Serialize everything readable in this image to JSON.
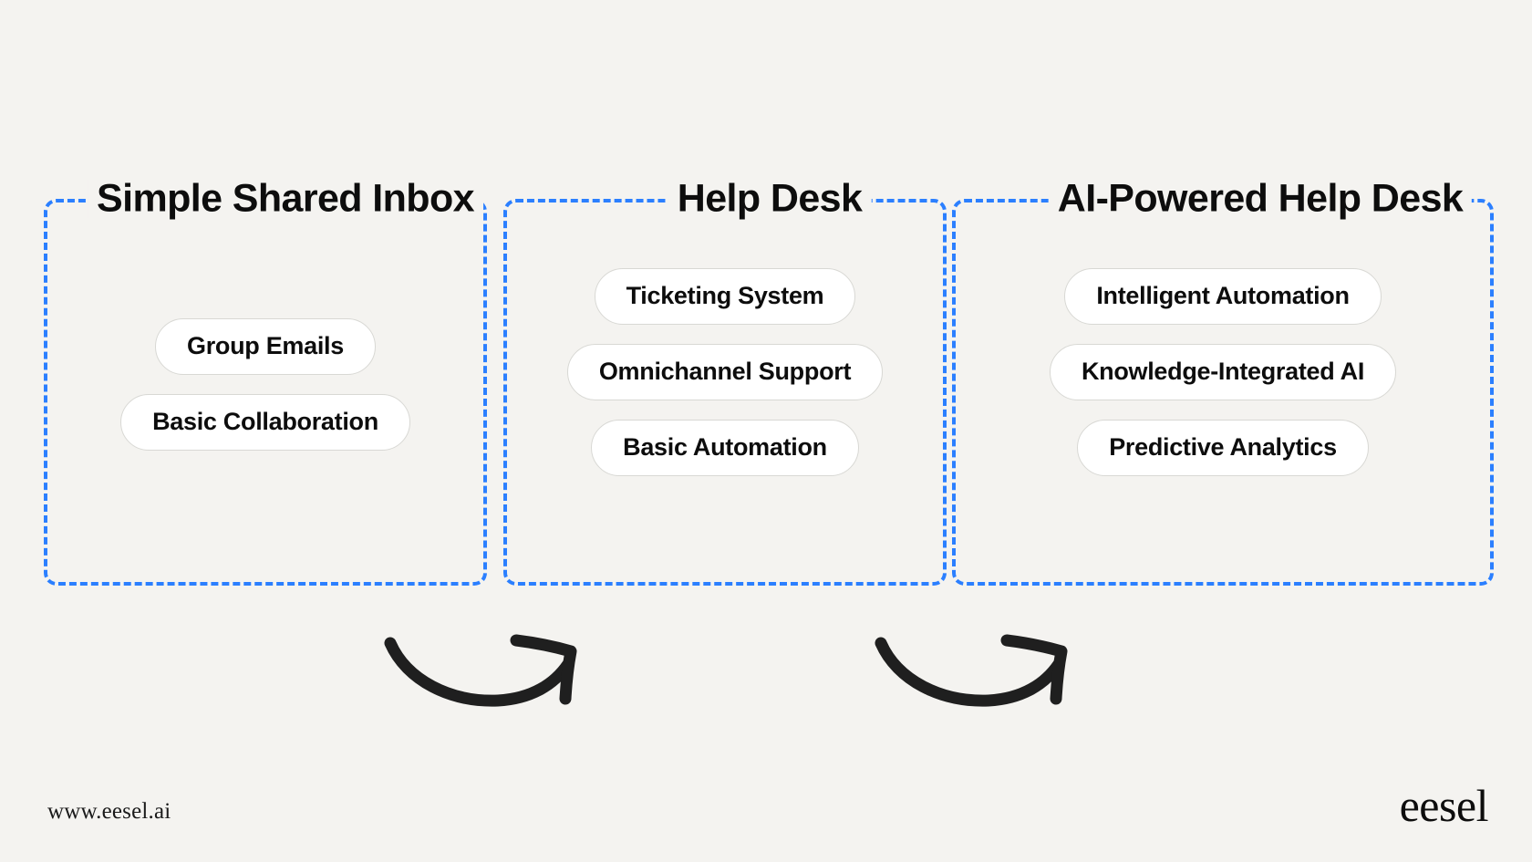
{
  "background_color": "#f4f3f0",
  "accent_color": "#2b7fff",
  "text_color": "#0d0d0d",
  "pill_background": "#ffffff",
  "pill_border_color": "#d8d8d4",
  "arrow_color": "#1f1f1f",
  "diagram": {
    "stages": [
      {
        "title": "Simple Shared Inbox",
        "features": [
          "Group Emails",
          "Basic Collaboration"
        ]
      },
      {
        "title": "Help Desk",
        "features": [
          "Ticketing System",
          "Omnichannel Support",
          "Basic Automation"
        ]
      },
      {
        "title": "AI-Powered Help Desk",
        "features": [
          "Intelligent Automation",
          "Knowledge-Integrated AI",
          "Predictive Analytics"
        ]
      }
    ],
    "connectors": [
      {
        "name": "curved-arrow-stage1-to-stage2"
      },
      {
        "name": "curved-arrow-stage2-to-stage3"
      }
    ]
  },
  "footer": {
    "url": "www.eesel.ai",
    "brand": "eesel"
  }
}
